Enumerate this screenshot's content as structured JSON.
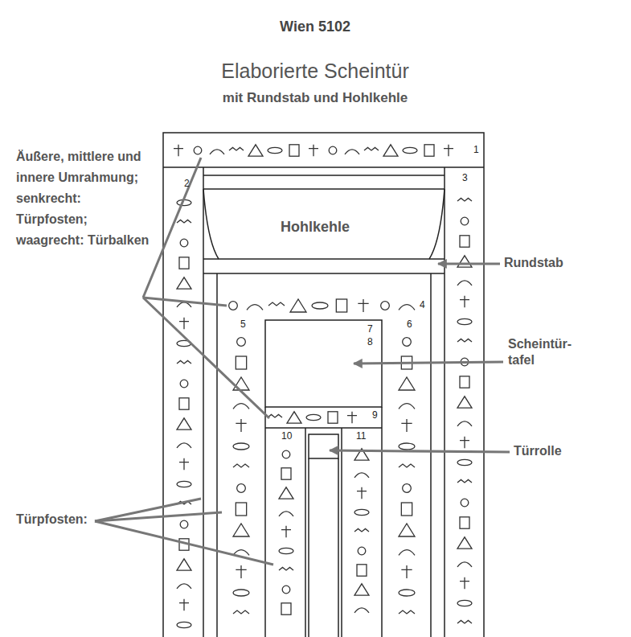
{
  "diagram": {
    "title": "Wien 5102",
    "labels": [
      "Elaborierte Scheintür",
      "mit Rundstab und Hohlkehle",
      "1",
      "Äußere, mittlere und innere Umrahmung; senkrecht: Türpfosten; waagrecht: Türbalken",
      "2",
      "3",
      "Hohlkehle",
      "Rundstab",
      "4",
      "5",
      "7",
      "6",
      "8",
      "Scheintür- tafel",
      "9",
      "10",
      "11",
      "Türrolle",
      "Türpfosten:"
    ]
  }
}
